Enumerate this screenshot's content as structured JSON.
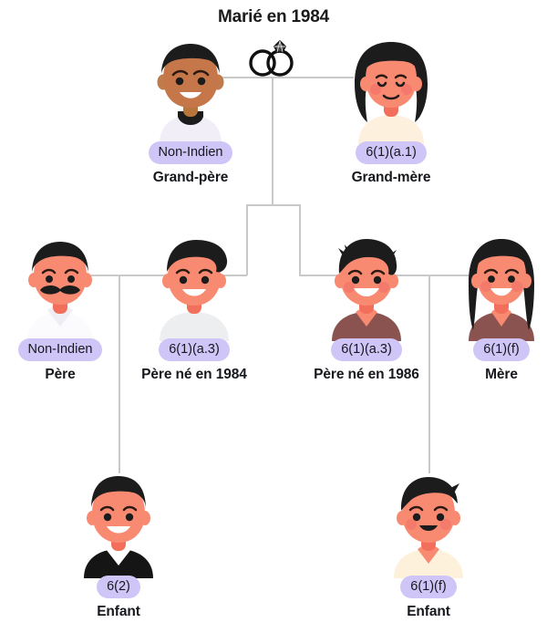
{
  "diagram": {
    "title": "Marié en 1984",
    "marriage_icon": "wedding-rings-icon",
    "badge_color": "#cfc6f7",
    "line_color": "#c9c9c9",
    "background": "#ffffff"
  },
  "generations": [
    {
      "name": "grandparents",
      "people": [
        {
          "id": "grand-pere",
          "badge": "Non-Indien",
          "caption": "Grand-père"
        },
        {
          "id": "grand-mere",
          "badge": "6(1)(a.1)",
          "caption": "Grand-mère"
        }
      ]
    },
    {
      "name": "parents",
      "people": [
        {
          "id": "pere",
          "badge": "Non-Indien",
          "caption": "Père"
        },
        {
          "id": "pere-ne-en-1984",
          "badge": "6(1)(a.3)",
          "caption": "Père né en 1984"
        },
        {
          "id": "pere-ne-en-1986",
          "badge": "6(1)(a.3)",
          "caption": "Père né en 1986"
        },
        {
          "id": "mere",
          "badge": "6(1)(f)",
          "caption": "Mère"
        }
      ]
    },
    {
      "name": "children",
      "people": [
        {
          "id": "enfant-gauche",
          "badge": "6(2)",
          "caption": "Enfant"
        },
        {
          "id": "enfant-droite",
          "badge": "6(1)(f)",
          "caption": "Enfant"
        }
      ]
    }
  ]
}
